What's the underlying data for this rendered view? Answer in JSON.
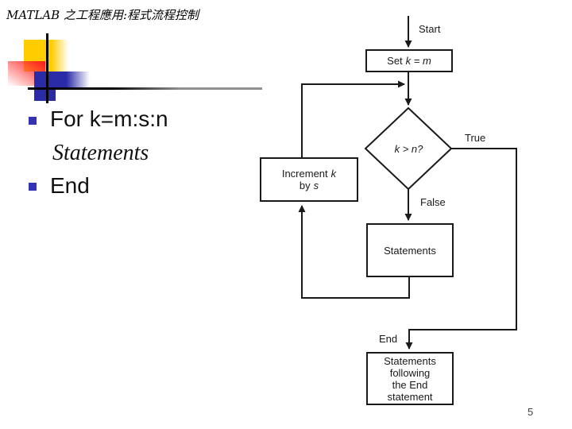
{
  "slide": {
    "title": "MATLAB 之工程應用:程式流程控制",
    "page_number": "5",
    "bullets": {
      "item1": "For k=m:s:n",
      "sub1": "Statements",
      "item2": "End"
    }
  },
  "flowchart": {
    "start_label": "Start",
    "set_box": {
      "prefix": "Set",
      "expression": "k = m"
    },
    "decision_label": "k > n?",
    "true_label": "True",
    "false_label": "False",
    "increment_box": {
      "line1_text": "Increment",
      "line1_var": "k",
      "line2_text": "by",
      "line2_var": "s"
    },
    "statements_box_label": "Statements",
    "end_label": "End",
    "end_box": {
      "line1": "Statements",
      "line2": "following",
      "line3": "the End",
      "line4": "statement"
    }
  },
  "colors": {
    "logo_yellow": "#FFCC00",
    "logo_red": "#FF2020",
    "logo_blue": "#2B2BA8",
    "bullet_blue": "#3333B3",
    "flowchart_line": "#1a1a1a"
  }
}
